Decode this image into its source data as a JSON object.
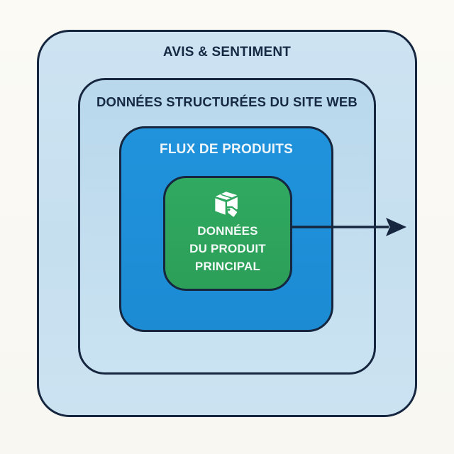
{
  "title": "Nested product data layers diagram",
  "layers": {
    "avis": {
      "label": "AVIS & SENTIMENT"
    },
    "structured": {
      "label": "DONNÉES STRUCTURÉES DU SITE WEB"
    },
    "flux": {
      "label": "FLUX DE PRODUITS"
    },
    "core": {
      "icon": "package-tag-icon",
      "lines": [
        "DONNÉES",
        "DU PRODUIT",
        "PRINCIPAL"
      ]
    }
  },
  "arrow": {
    "direction": "right",
    "from": "core-box",
    "to": "outside-layers"
  },
  "colors": {
    "background": "#FAF8F2",
    "outer_layer_fill": "#C9E0F0",
    "mid_layer_fill": "#BFDAEC",
    "blue_layer_fill": "#1E8FD8",
    "green_box_fill": "#2EA55C",
    "border": "#15263E",
    "arrow": "#15263E",
    "dark_text": "#172A43",
    "light_text": "#F2F8FC"
  }
}
